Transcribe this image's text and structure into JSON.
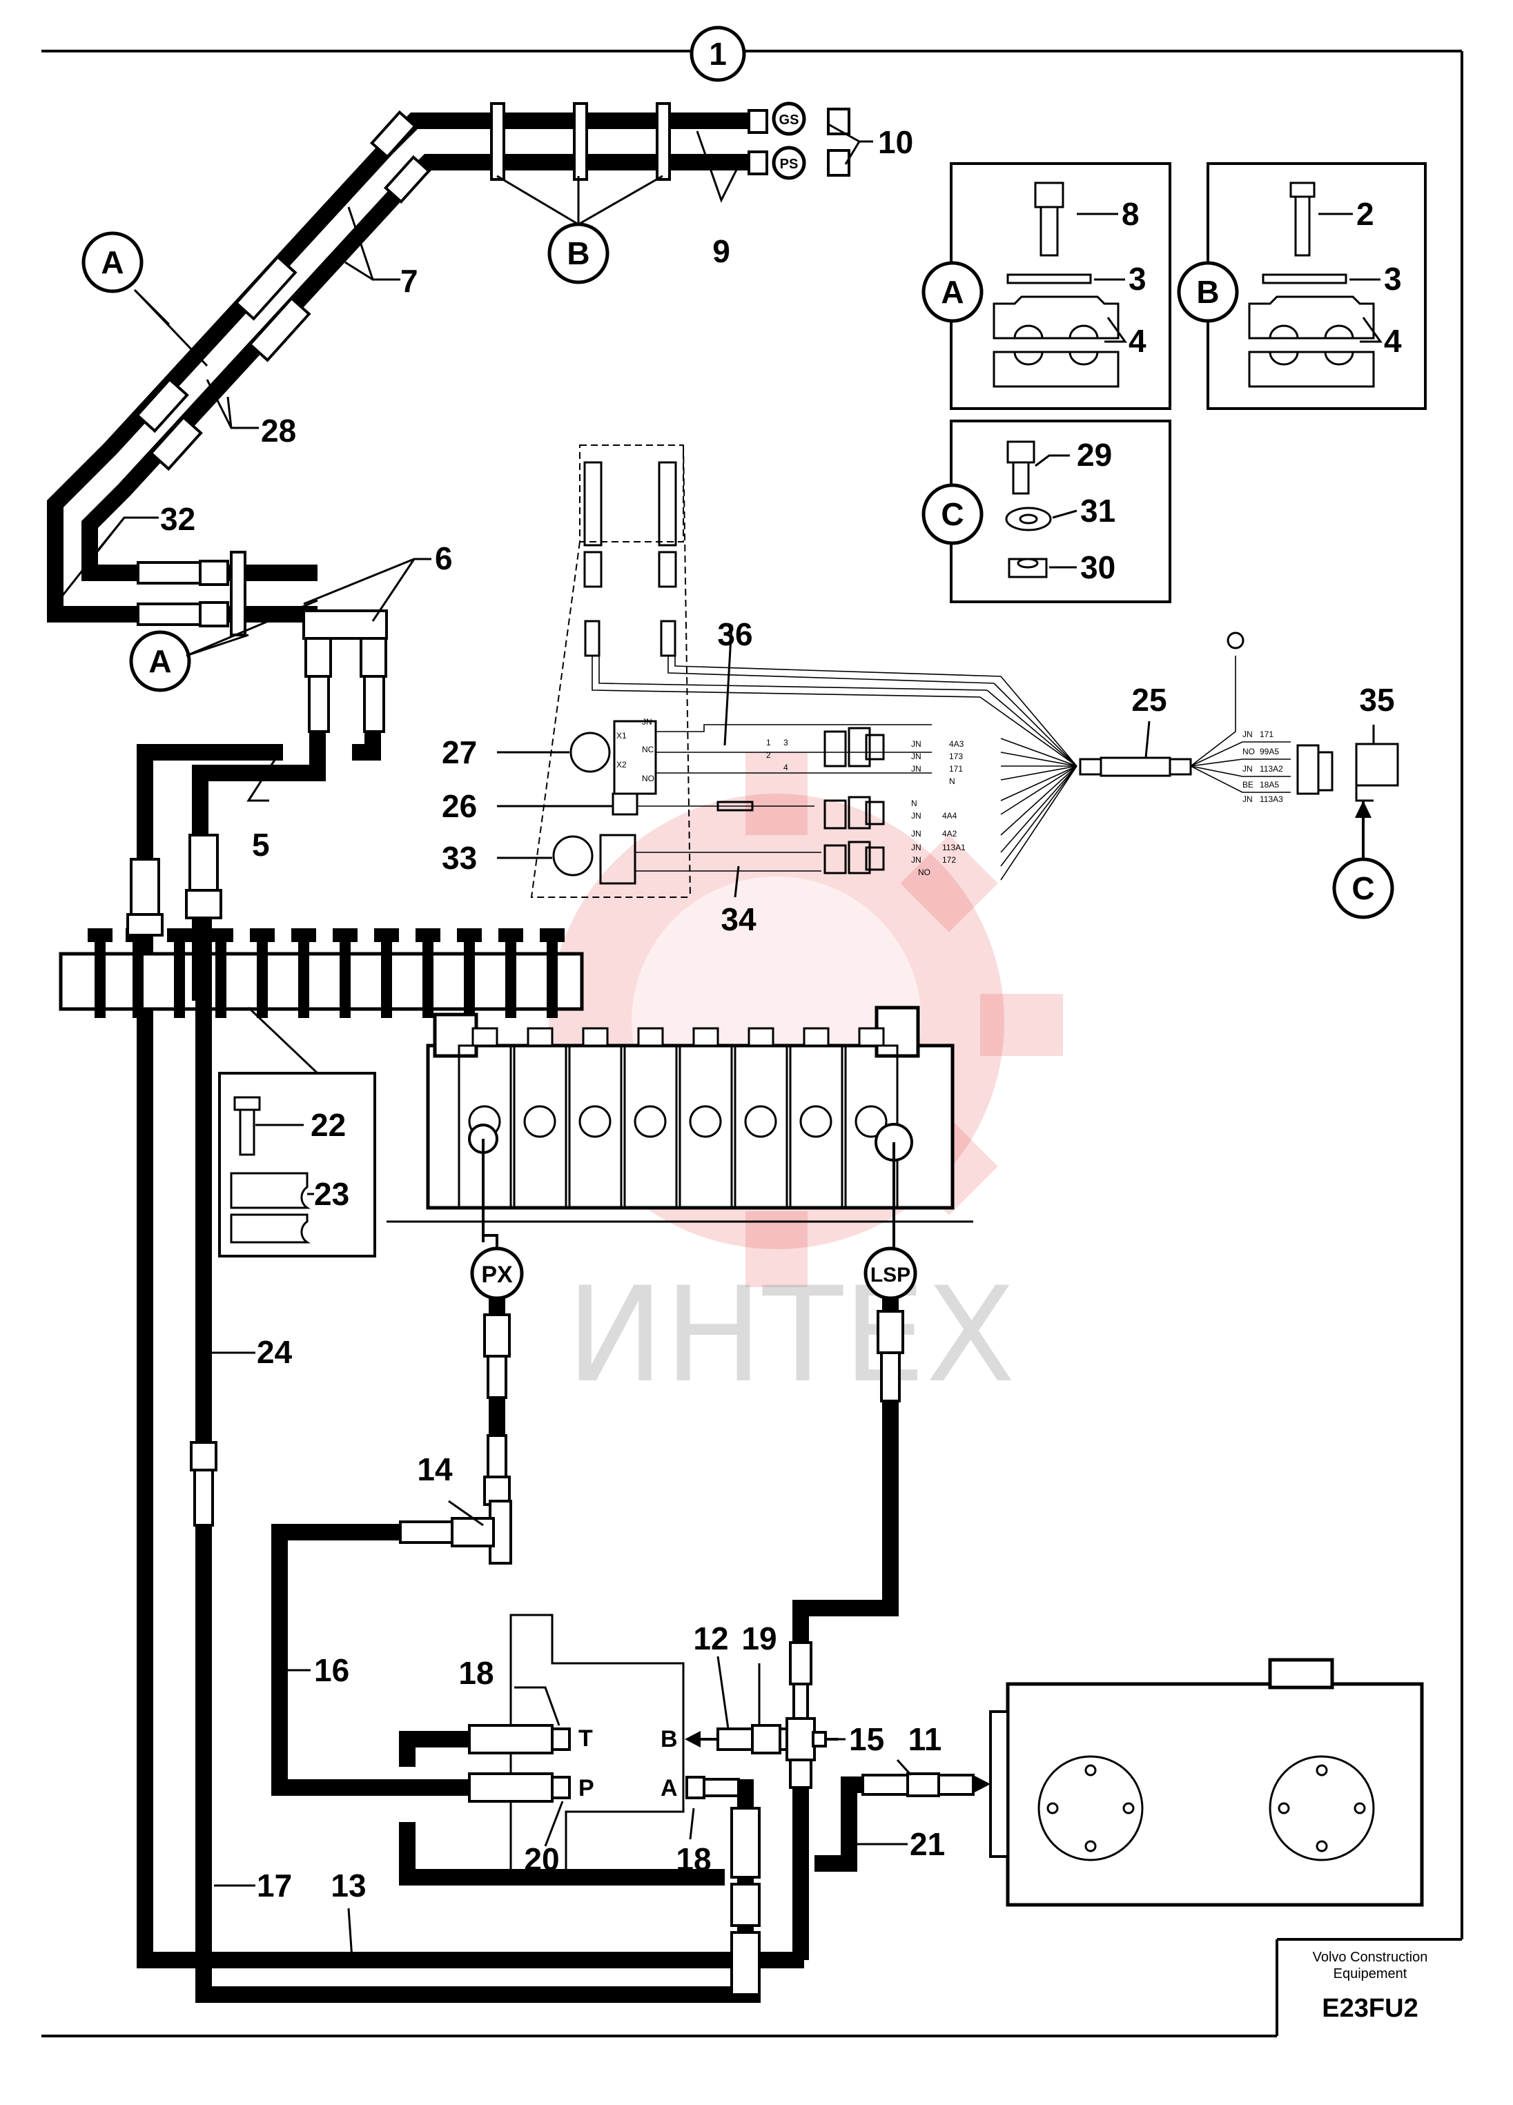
{
  "document": {
    "main_callout": "1",
    "footer": {
      "company": "Volvo Construction",
      "company_line2": "Equipement",
      "code": "E23FU2"
    }
  },
  "watermark": {
    "text": "ИНТЕХ"
  },
  "part_numbers": {
    "p2": "2",
    "p3a": "3",
    "p3b": "3",
    "p4a": "4",
    "p4b": "4",
    "p5": "5",
    "p6": "6",
    "p7": "7",
    "p8": "8",
    "p9": "9",
    "p10": "10",
    "p11": "11",
    "p12": "12",
    "p13": "13",
    "p14": "14",
    "p15": "15",
    "p16": "16",
    "p17": "17",
    "p18a": "18",
    "p18b": "18",
    "p19": "19",
    "p20": "20",
    "p21": "21",
    "p22": "22",
    "p23": "23",
    "p24": "24",
    "p25": "25",
    "p26": "26",
    "p27": "27",
    "p28": "28",
    "p29": "29",
    "p30": "30",
    "p31": "31",
    "p32": "32",
    "p33": "33",
    "p34": "34",
    "p35": "35",
    "p36": "36"
  },
  "detail_labels": {
    "a1": "A",
    "a2": "A",
    "a3": "A",
    "b1": "B",
    "b2": "B",
    "c1": "C",
    "c2": "C"
  },
  "port_labels": {
    "gs": "GS",
    "ps": "PS",
    "px": "PX",
    "lsp": "LSP",
    "t": "T",
    "p": "P",
    "a": "A",
    "b": "B"
  },
  "wiring": {
    "jn": "JN",
    "n": "N",
    "no": "NO",
    "nc": "NC",
    "x1": "X1",
    "x2": "X2",
    "w4a3": "4A3",
    "w173": "173",
    "w171": "171",
    "w4a4": "4A4",
    "w4a2": "4A2",
    "w113a1": "113A1",
    "w172": "172",
    "w171b": "171",
    "w99a5": "99A5",
    "w113a2": "113A2",
    "w18a5": "18A5",
    "w113a3": "113A3",
    "be": "BE",
    "c1": "1",
    "c2": "2",
    "c3": "3",
    "c4": "4"
  }
}
